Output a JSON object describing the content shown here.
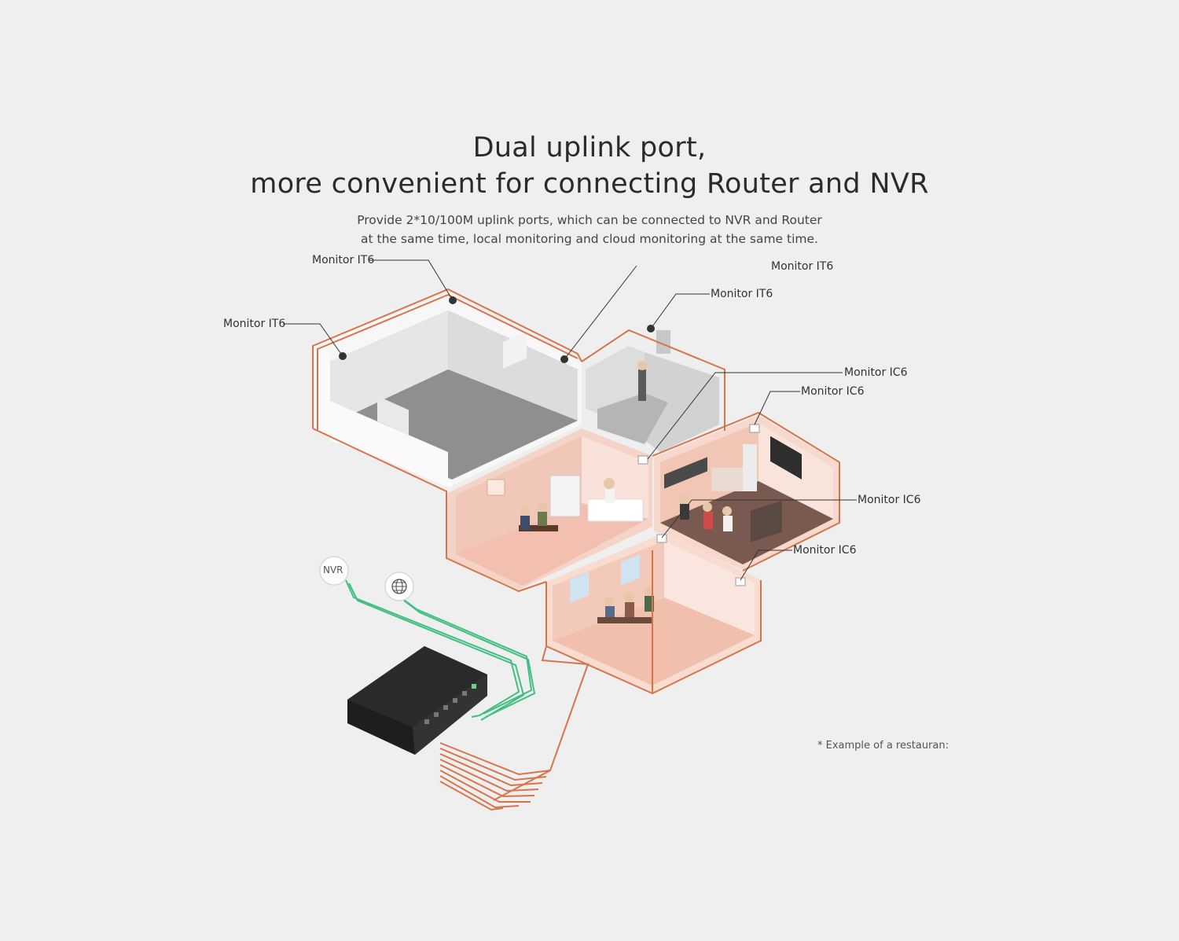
{
  "header": {
    "title_line1": "Dual uplink port,",
    "title_line2": "more convenient for connecting Router and NVR",
    "subtitle_line1": "Provide 2*10/100M uplink ports, which can be connected to NVR and Router",
    "subtitle_line2": "at the same time, local monitoring and cloud monitoring at the same time."
  },
  "cameras": {
    "it6_a": "Monitor IT6",
    "it6_b": "Monitor IT6",
    "it6_c": "Monitor IT6",
    "it6_d": "Monitor IT6",
    "ic6_a": "Monitor IC6",
    "ic6_b": "Monitor IC6",
    "ic6_c": "Monitor IC6",
    "ic6_d": "Monitor IC6"
  },
  "devices": {
    "nvr_label": "NVR",
    "router_icon": "globe-icon"
  },
  "footnote": "* Example of a restauran:",
  "colors": {
    "background": "#efefef",
    "poe_cable": "#d9744a",
    "uplink_cable": "#3fbf7f",
    "gray_room": "#d4d4d4",
    "pink_room": "#f2cbbd",
    "switch_body": "#2a2a2a"
  }
}
